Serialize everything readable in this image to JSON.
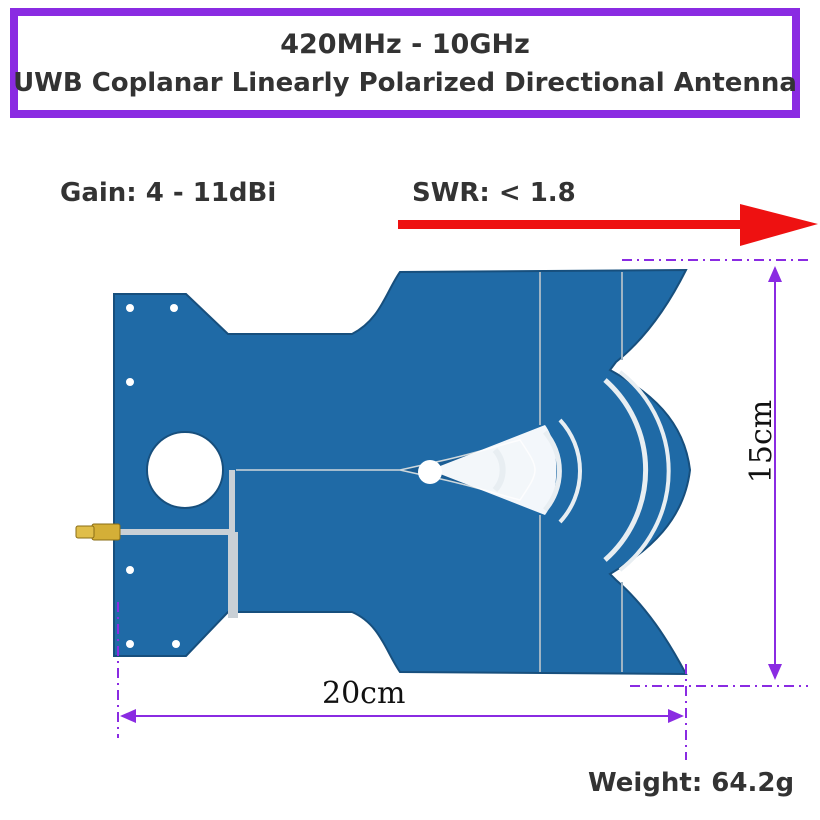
{
  "header": {
    "line1": "420MHz - 10GHz",
    "line2": "UWB Coplanar Linearly Polarized Directional Antenna",
    "border_color": "#8a2be2"
  },
  "specs": {
    "gain": "Gain: 4 - 11dBi",
    "swr": "SWR: < 1.8",
    "weight": "Weight: 64.2g"
  },
  "dimensions": {
    "width": "20cm",
    "height": "15cm",
    "line_color": "#8a2be2"
  },
  "arrow": {
    "icon": "direction-arrow-icon",
    "color": "#ee1111"
  },
  "board": {
    "pcb_color": "#1f6aa6",
    "connector_icon": "sma-connector-icon"
  }
}
